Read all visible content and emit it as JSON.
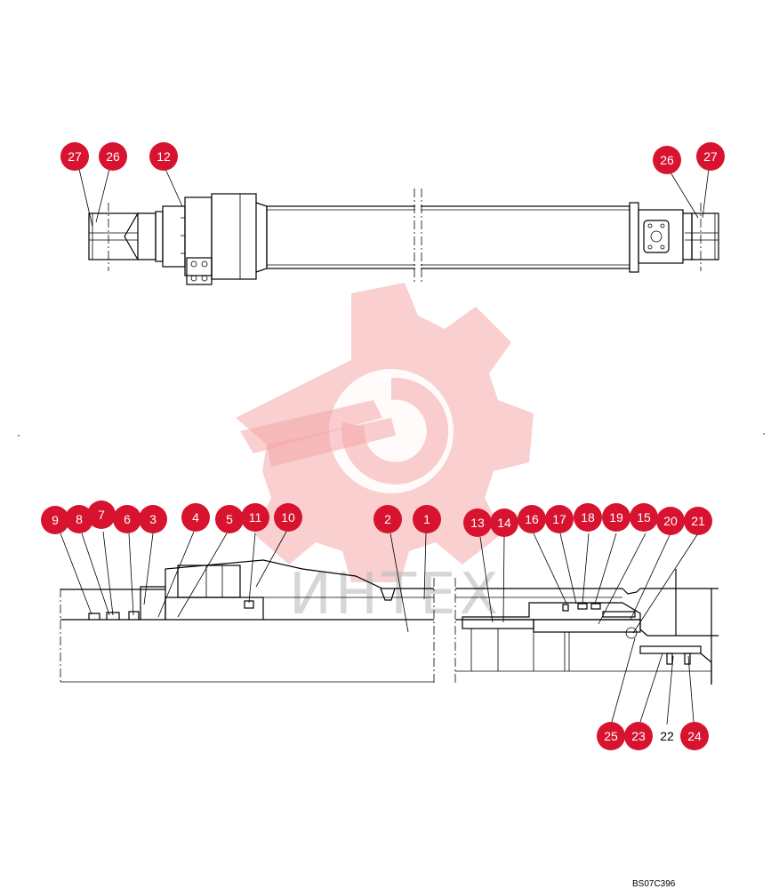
{
  "watermark_text": "ИНТЕХ",
  "drawing_code": "BS07C396",
  "top_callouts": [
    "27",
    "26",
    "12",
    "26",
    "27"
  ],
  "bottom_callouts": [
    "9",
    "8",
    "7",
    "6",
    "3",
    "4",
    "5",
    "11",
    "10",
    "2",
    "1",
    "13",
    "14",
    "16",
    "17",
    "18",
    "19",
    "15",
    "20",
    "21",
    "25",
    "23",
    "24"
  ],
  "plain_labels": [
    "22"
  ],
  "colors": {
    "callout": "#d7132f",
    "watermark": "#f4a7a7"
  }
}
